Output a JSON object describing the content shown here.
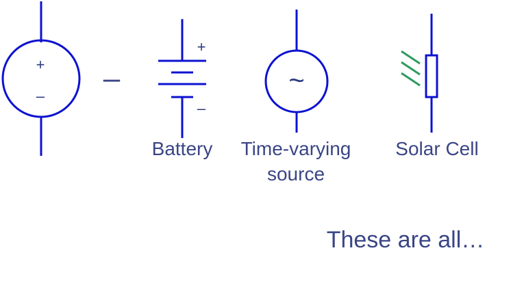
{
  "symbols": {
    "dc_source": {
      "plus": "+",
      "minus": "–"
    },
    "separator": "–",
    "battery": {
      "plus": "+",
      "minus": "–",
      "label": "Battery"
    },
    "ac_source": {
      "tilde": "~",
      "label_line1": "Time-varying",
      "label_line2": "source"
    },
    "solar_cell": {
      "label": "Solar Cell"
    }
  },
  "caption": "These are all…",
  "colors": {
    "symbol": "#0c12d0",
    "text": "#3a4585",
    "light_rays": "#2e9a5e"
  }
}
